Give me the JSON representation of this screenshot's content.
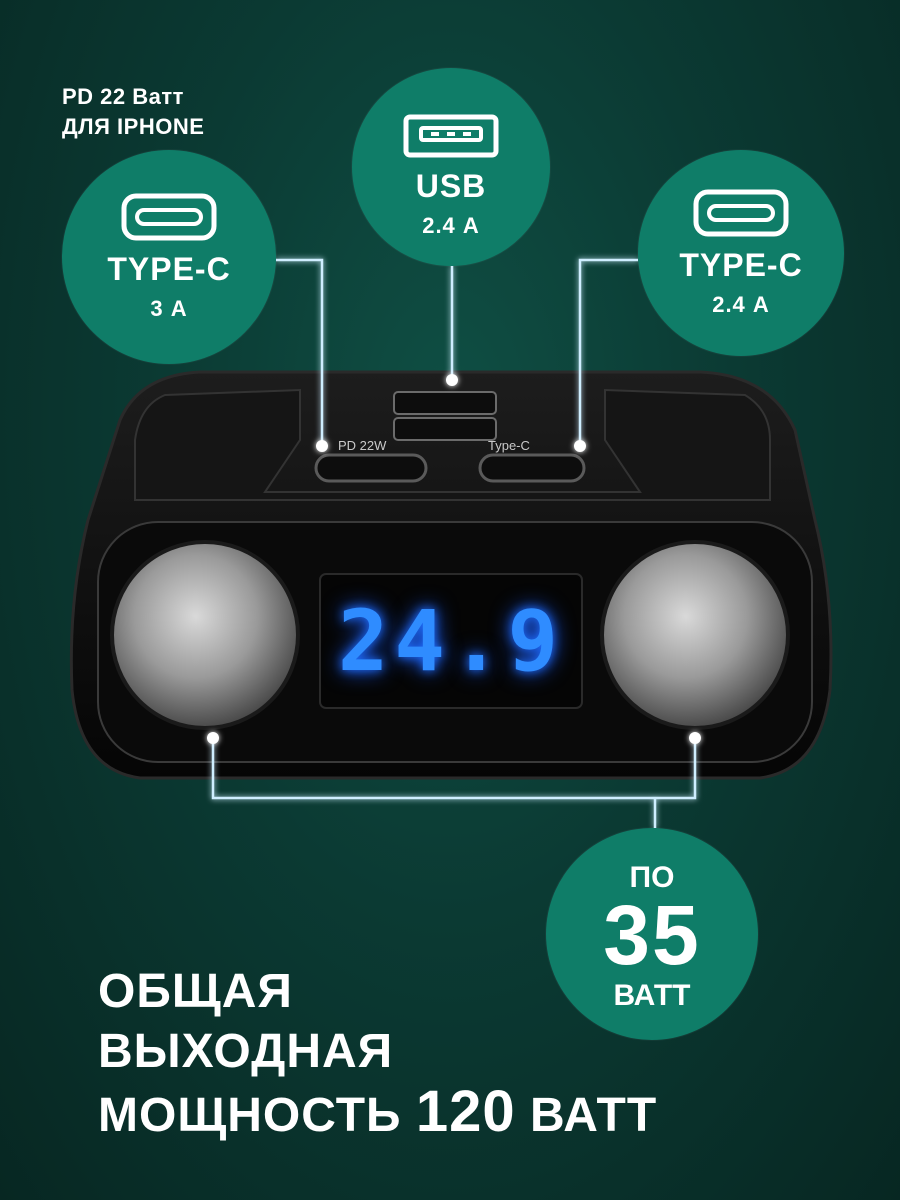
{
  "pd_note": {
    "line1": "PD 22 Ватт",
    "line2": "ДЛЯ IPHONE"
  },
  "badges": {
    "left": {
      "title": "TYPE-C",
      "value": "3 А"
    },
    "middle": {
      "title": "USB",
      "value": "2.4 А"
    },
    "right": {
      "title": "TYPE-C",
      "value": "2.4 А"
    }
  },
  "socket_power": {
    "prefix": "ПО",
    "value": "35",
    "unit": "ВАТТ"
  },
  "device": {
    "display_value": "24.9",
    "label_pd": "PD 22W",
    "label_typec": "Type-C"
  },
  "headline": {
    "line1": "ОБЩАЯ",
    "line2": "ВЫХОДНАЯ",
    "line3_text": "МОЩНОСТЬ",
    "line3_value": "120",
    "line3_unit": "ВАТТ"
  },
  "colors": {
    "background": "#0b3a33",
    "badge": "#0f7d68",
    "glow_line": "#9fd8ff",
    "lcd": "#2f8cff"
  },
  "icons": [
    "usb-c-port-icon",
    "usb-a-port-icon"
  ]
}
